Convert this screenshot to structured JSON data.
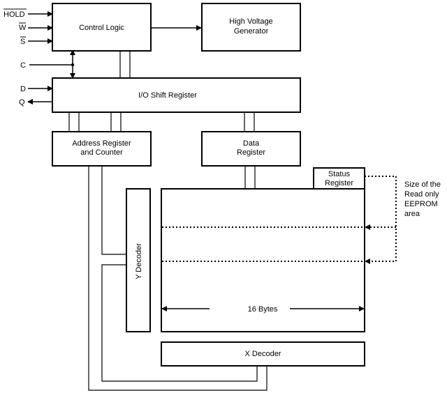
{
  "pins": {
    "hold": "HOLD",
    "w": "W",
    "s": "S",
    "c": "C",
    "d": "D",
    "q": "Q"
  },
  "blocks": {
    "control_logic": "Control Logic",
    "hv_line1": "High Voltage",
    "hv_line2": "Generator",
    "io_shift": "I/O Shift Register",
    "addr_line1": "Address Register",
    "addr_line2": "and Counter",
    "data_line1": "Data",
    "data_line2": "Register",
    "status_line1": "Status",
    "status_line2": "Register",
    "y_decoder": "Y Decoder",
    "x_decoder": "X Decoder"
  },
  "memory": {
    "width_label": "16 Bytes"
  },
  "annotation": {
    "line1": "Size of the",
    "line2": "Read only",
    "line3": "EEPROM",
    "line4": "area"
  }
}
